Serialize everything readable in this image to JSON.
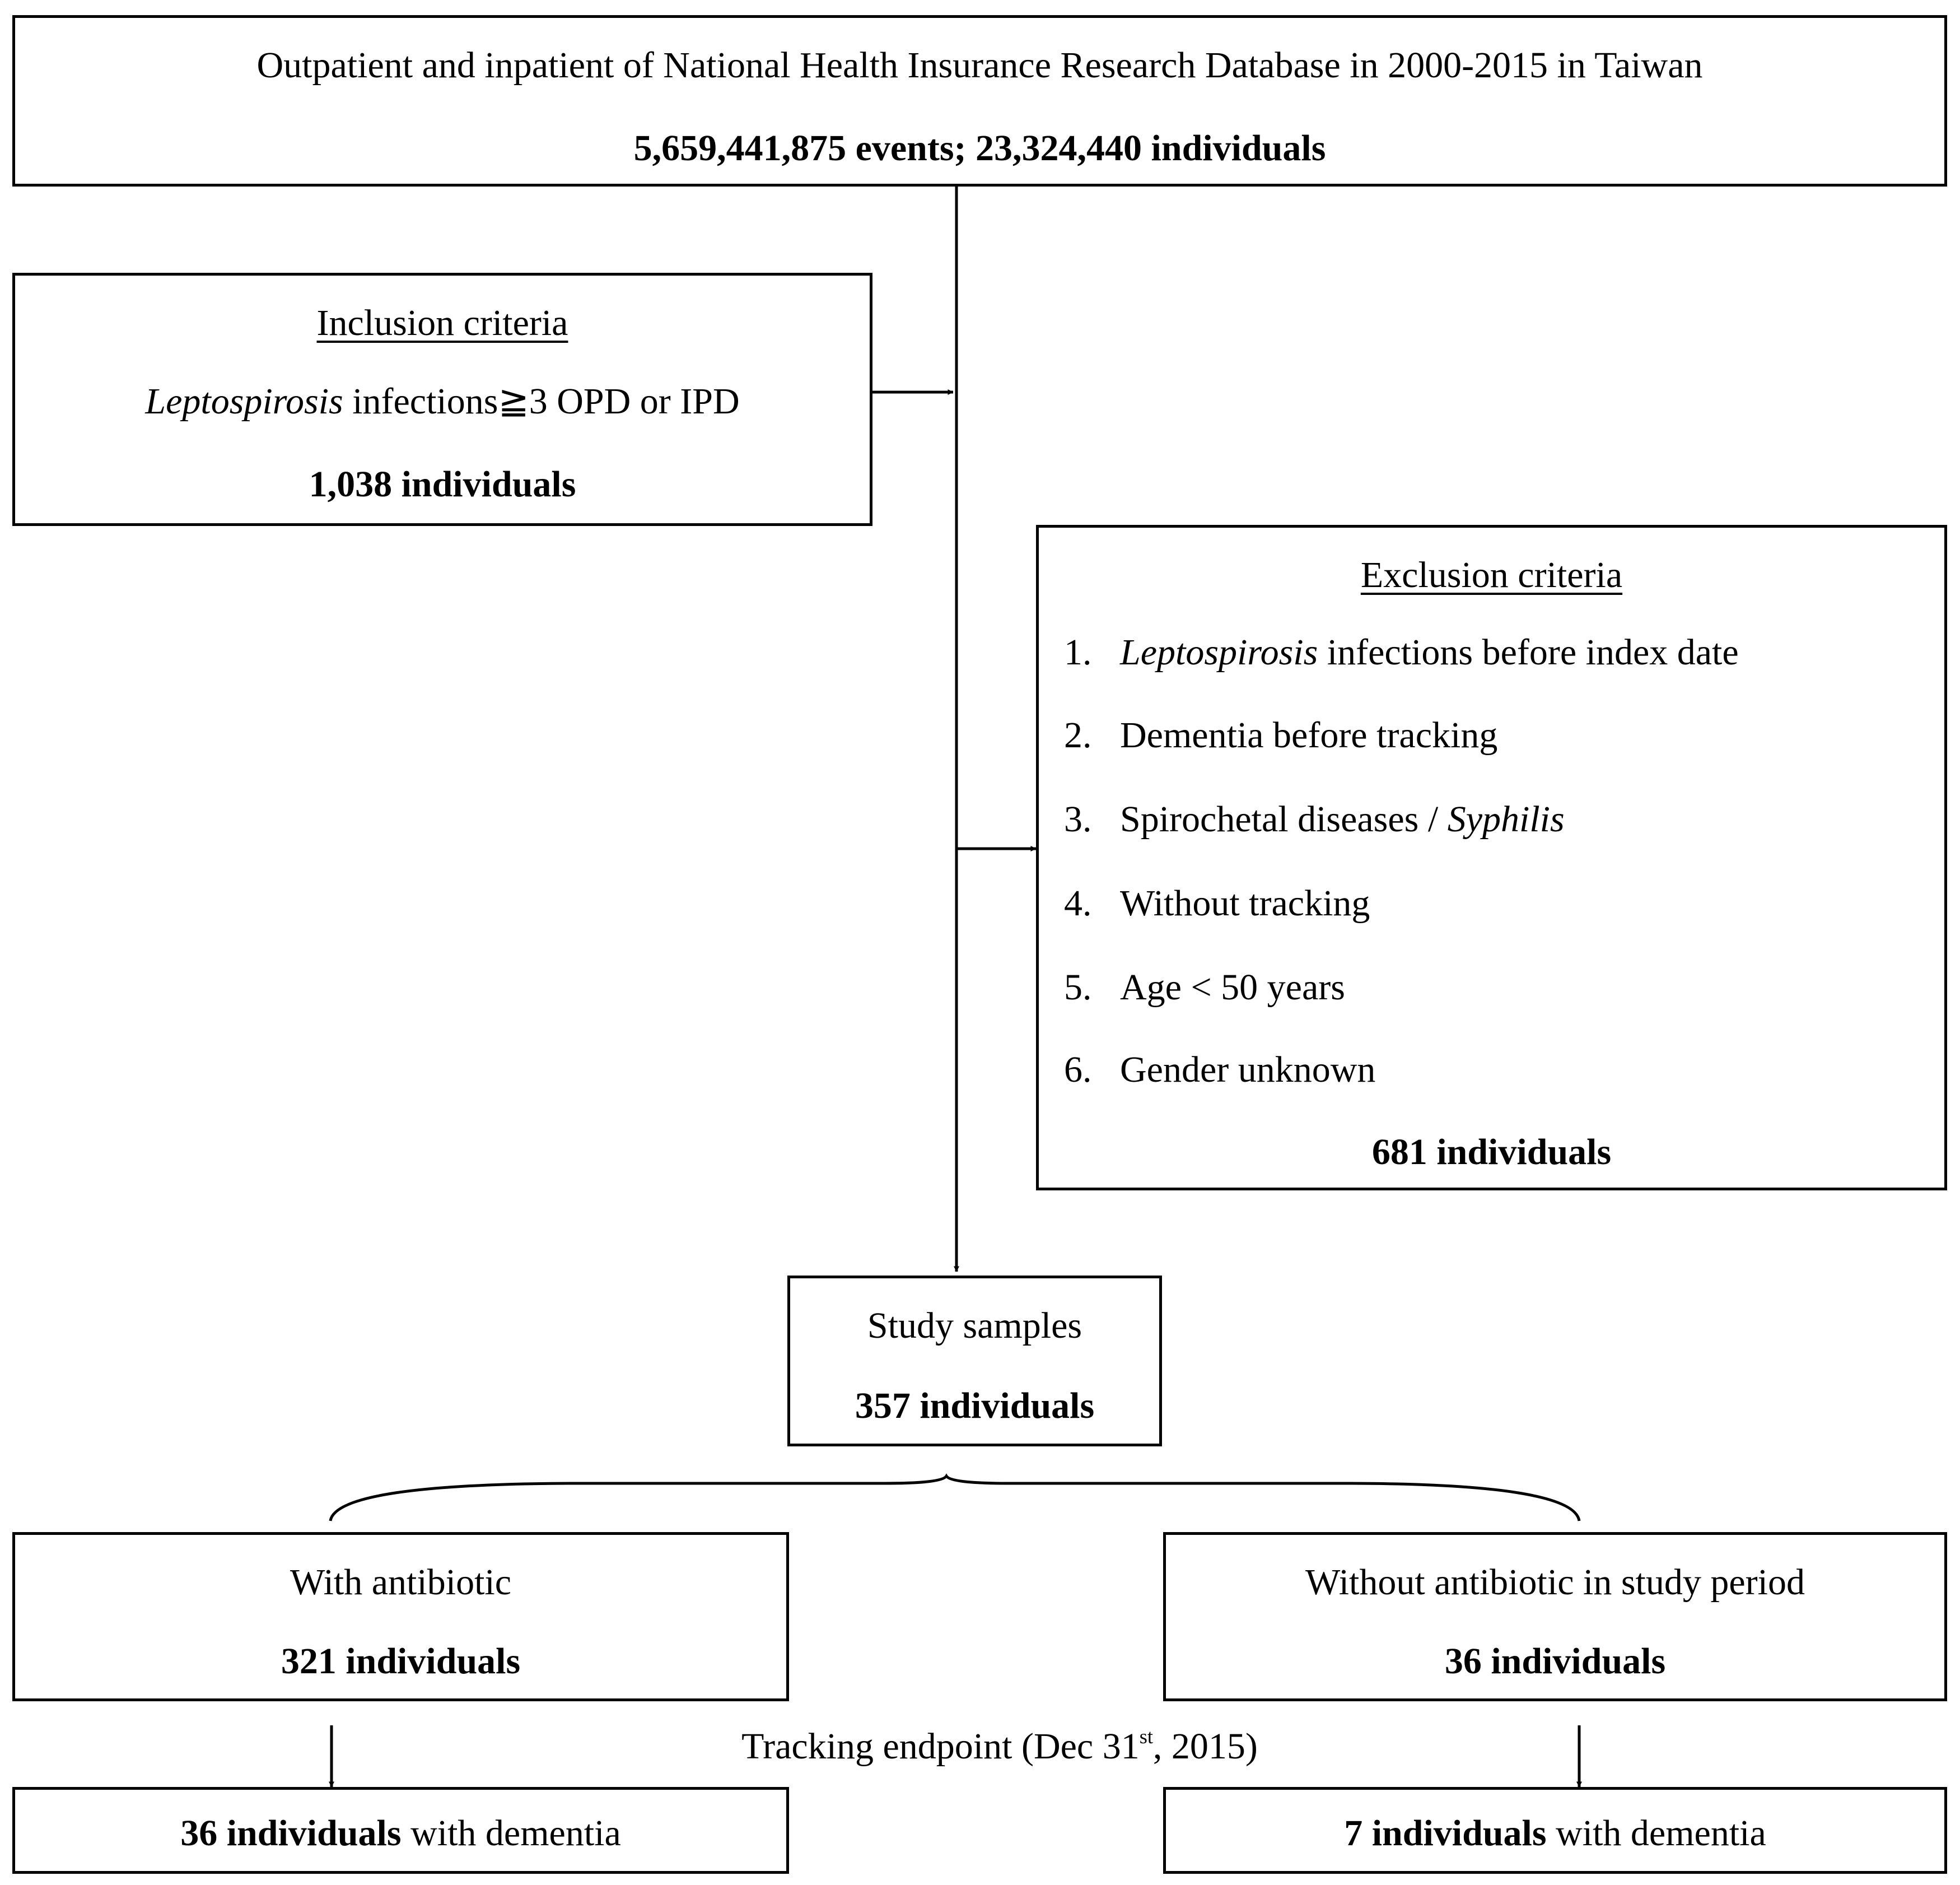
{
  "source_box": {
    "title": "Outpatient and inpatient of National Health Insurance Research Database in 2000-2015 in Taiwan",
    "count": "5,659,441,875 events; 23,324,440 individuals"
  },
  "inclusion": {
    "heading": "Inclusion criteria",
    "criterion_italic": "Leptospirosis",
    "criterion_rest": " infections≧3 OPD or IPD",
    "count": "1,038 individuals"
  },
  "exclusion": {
    "heading": "Exclusion criteria",
    "items": [
      {
        "num": "1.",
        "italic": "Leptospirosis",
        "text": " infections before index date"
      },
      {
        "num": "2.",
        "text": "Dementia before tracking"
      },
      {
        "num": "3.",
        "text": "Spirochetal diseases / ",
        "italic_after": "Syphilis"
      },
      {
        "num": "4.",
        "text": "Without tracking"
      },
      {
        "num": "5.",
        "text": "Age < 50 years"
      },
      {
        "num": "6.",
        "text": "Gender unknown"
      }
    ],
    "count": "681 individuals"
  },
  "study": {
    "label": "Study samples",
    "count": "357 individuals"
  },
  "with_antibiotic": {
    "label": "With antibiotic",
    "count": "321 individuals"
  },
  "without_antibiotic": {
    "label": "Without antibiotic in study period",
    "count": "36 individuals"
  },
  "tracking": {
    "prefix": "Tracking endpoint (Dec 31",
    "sup": "st",
    "suffix": ", 2015)"
  },
  "outcome_with": {
    "bold": "36 individuals",
    "rest": " with dementia"
  },
  "outcome_without": {
    "bold": "7 individuals",
    "rest": " with dementia"
  }
}
